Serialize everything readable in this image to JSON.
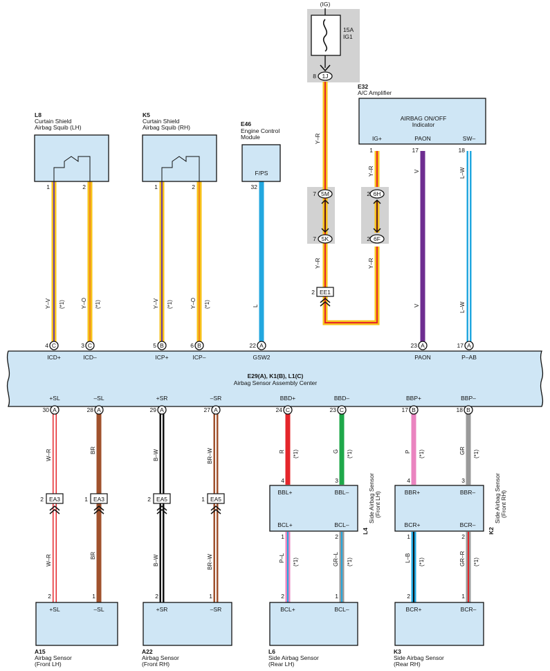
{
  "colors": {
    "yellow": "#f7c21a",
    "red": "#e4262b",
    "violet": "#6a3ea0",
    "orange": "#f08a1c",
    "blue": "#22a7df",
    "purple": "#6e2d91",
    "white": "#ffffff",
    "brown": "#a0522d",
    "black": "#111111",
    "green": "#1fa84a",
    "pink": "#ea84c0",
    "gray": "#9a9a9a",
    "box_fill": "#cfe6f5"
  },
  "power": {
    "ig": "(IG)",
    "fuse_rating": "15A",
    "fuse_name": "IG1",
    "pin": "8",
    "connector": "1J"
  },
  "components": {
    "l8": {
      "code": "L8",
      "name1": "Curtain Shield",
      "name2": "Airbag Squib (LH)",
      "pin1": "1",
      "pin2": "2"
    },
    "k5": {
      "code": "K5",
      "name1": "Curtain Shield",
      "name2": "Airbag Squib (RH)",
      "pin1": "1",
      "pin2": "2"
    },
    "e46": {
      "code": "E46",
      "name1": "Engine Control",
      "name2": "Module",
      "terminal": "F/PS",
      "pin": "32"
    },
    "e32": {
      "code": "E32",
      "name1": "A/C Amplifier",
      "title1": "AIRBAG ON/OFF",
      "title2": "Indicator",
      "t1": "IG+",
      "t2": "PAON",
      "t3": "SW–",
      "p1": "1",
      "p2": "17",
      "p3": "18"
    },
    "ecu": {
      "code": "E29(A), K1(B), L1(C)",
      "name": "Airbag Sensor Assembly Center"
    },
    "a15": {
      "code": "A15",
      "name1": "Airbag Sensor",
      "name2": "(Front LH)",
      "t1": "+SL",
      "t2": "–SL",
      "p1": "2",
      "p2": "1"
    },
    "a22": {
      "code": "A22",
      "name1": "Airbag Sensor",
      "name2": "(Front RH)",
      "t1": "+SR",
      "t2": "–SR",
      "p1": "2",
      "p2": "1"
    },
    "l6": {
      "code": "L6",
      "name1": "Side Airbag Sensor",
      "name2": "(Rear LH)",
      "t1": "BCL+",
      "t2": "BCL–",
      "p1": "2",
      "p2": "1"
    },
    "k3": {
      "code": "K3",
      "name1": "Side Airbag Sensor",
      "name2": "(Rear RH)",
      "t1": "BCR+",
      "t2": "BCR–",
      "p1": "2",
      "p2": "1"
    },
    "l4": {
      "code": "L4",
      "name1": "Side Airbag Sensor",
      "name2": "(Front LH)",
      "t1": "BBL+",
      "t2": "BBL–",
      "t3": "BCL+",
      "t4": "BCL–",
      "p1": "4",
      "p2": "3",
      "p3": "1",
      "p4": "2"
    },
    "k2": {
      "code": "K2",
      "name1": "Side Airbag Sensor",
      "name2": "(Front RH)",
      "t1": "BBR+",
      "t2": "BBR–",
      "t3": "BCR+",
      "t4": "BCR–",
      "p1": "4",
      "p2": "3",
      "p3": "1",
      "p4": "2"
    }
  },
  "junctions": [
    {
      "pin": "7",
      "id": "5M"
    },
    {
      "pin": "7",
      "id": "5K"
    },
    {
      "pin": "2",
      "id": "6H"
    },
    {
      "pin": "2",
      "id": "6F"
    }
  ],
  "splices": {
    "ee1": {
      "pin": "2",
      "id": "EE1"
    },
    "ea3a": {
      "pin": "2",
      "id": "EA3"
    },
    "ea3b": {
      "pin": "1",
      "id": "EA3"
    },
    "ea5a": {
      "pin": "2",
      "id": "EA5"
    },
    "ea5b": {
      "pin": "1",
      "id": "EA5"
    }
  },
  "top_pins": [
    {
      "pin": "4",
      "conn": "C",
      "term": "ICD+"
    },
    {
      "pin": "3",
      "conn": "C",
      "term": "ICD–"
    },
    {
      "pin": "5",
      "conn": "B",
      "term": "ICP+"
    },
    {
      "pin": "6",
      "conn": "B",
      "term": "ICP–"
    },
    {
      "pin": "22",
      "conn": "A",
      "term": "GSW2"
    },
    {
      "pin": "23",
      "conn": "A",
      "term": "PAON"
    },
    {
      "pin": "17",
      "conn": "A",
      "term": "P–AB"
    }
  ],
  "bottom_pins": [
    {
      "pin": "30",
      "conn": "A",
      "term": "+SL"
    },
    {
      "pin": "28",
      "conn": "A",
      "term": "–SL"
    },
    {
      "pin": "29",
      "conn": "A",
      "term": "+SR"
    },
    {
      "pin": "27",
      "conn": "A",
      "term": "–SR"
    },
    {
      "pin": "24",
      "conn": "C",
      "term": "BBD+"
    },
    {
      "pin": "23",
      "conn": "C",
      "term": "BBD–"
    },
    {
      "pin": "17",
      "conn": "B",
      "term": "BBP+"
    },
    {
      "pin": "18",
      "conn": "B",
      "term": "BBP–"
    }
  ],
  "wire_labels": {
    "yv": "Y–V",
    "yo": "Y–O",
    "note": "(*1)",
    "l": "L",
    "yr": "Y–R",
    "v": "V",
    "lw": "L–W",
    "wr": "W–R",
    "br": "BR",
    "bw": "B–W",
    "brw": "BR–W",
    "r": "R",
    "g": "G",
    "p": "P",
    "gr": "GR",
    "pl": "P–L",
    "grl": "GR–L",
    "lb": "L–B",
    "grr": "GR–R"
  }
}
